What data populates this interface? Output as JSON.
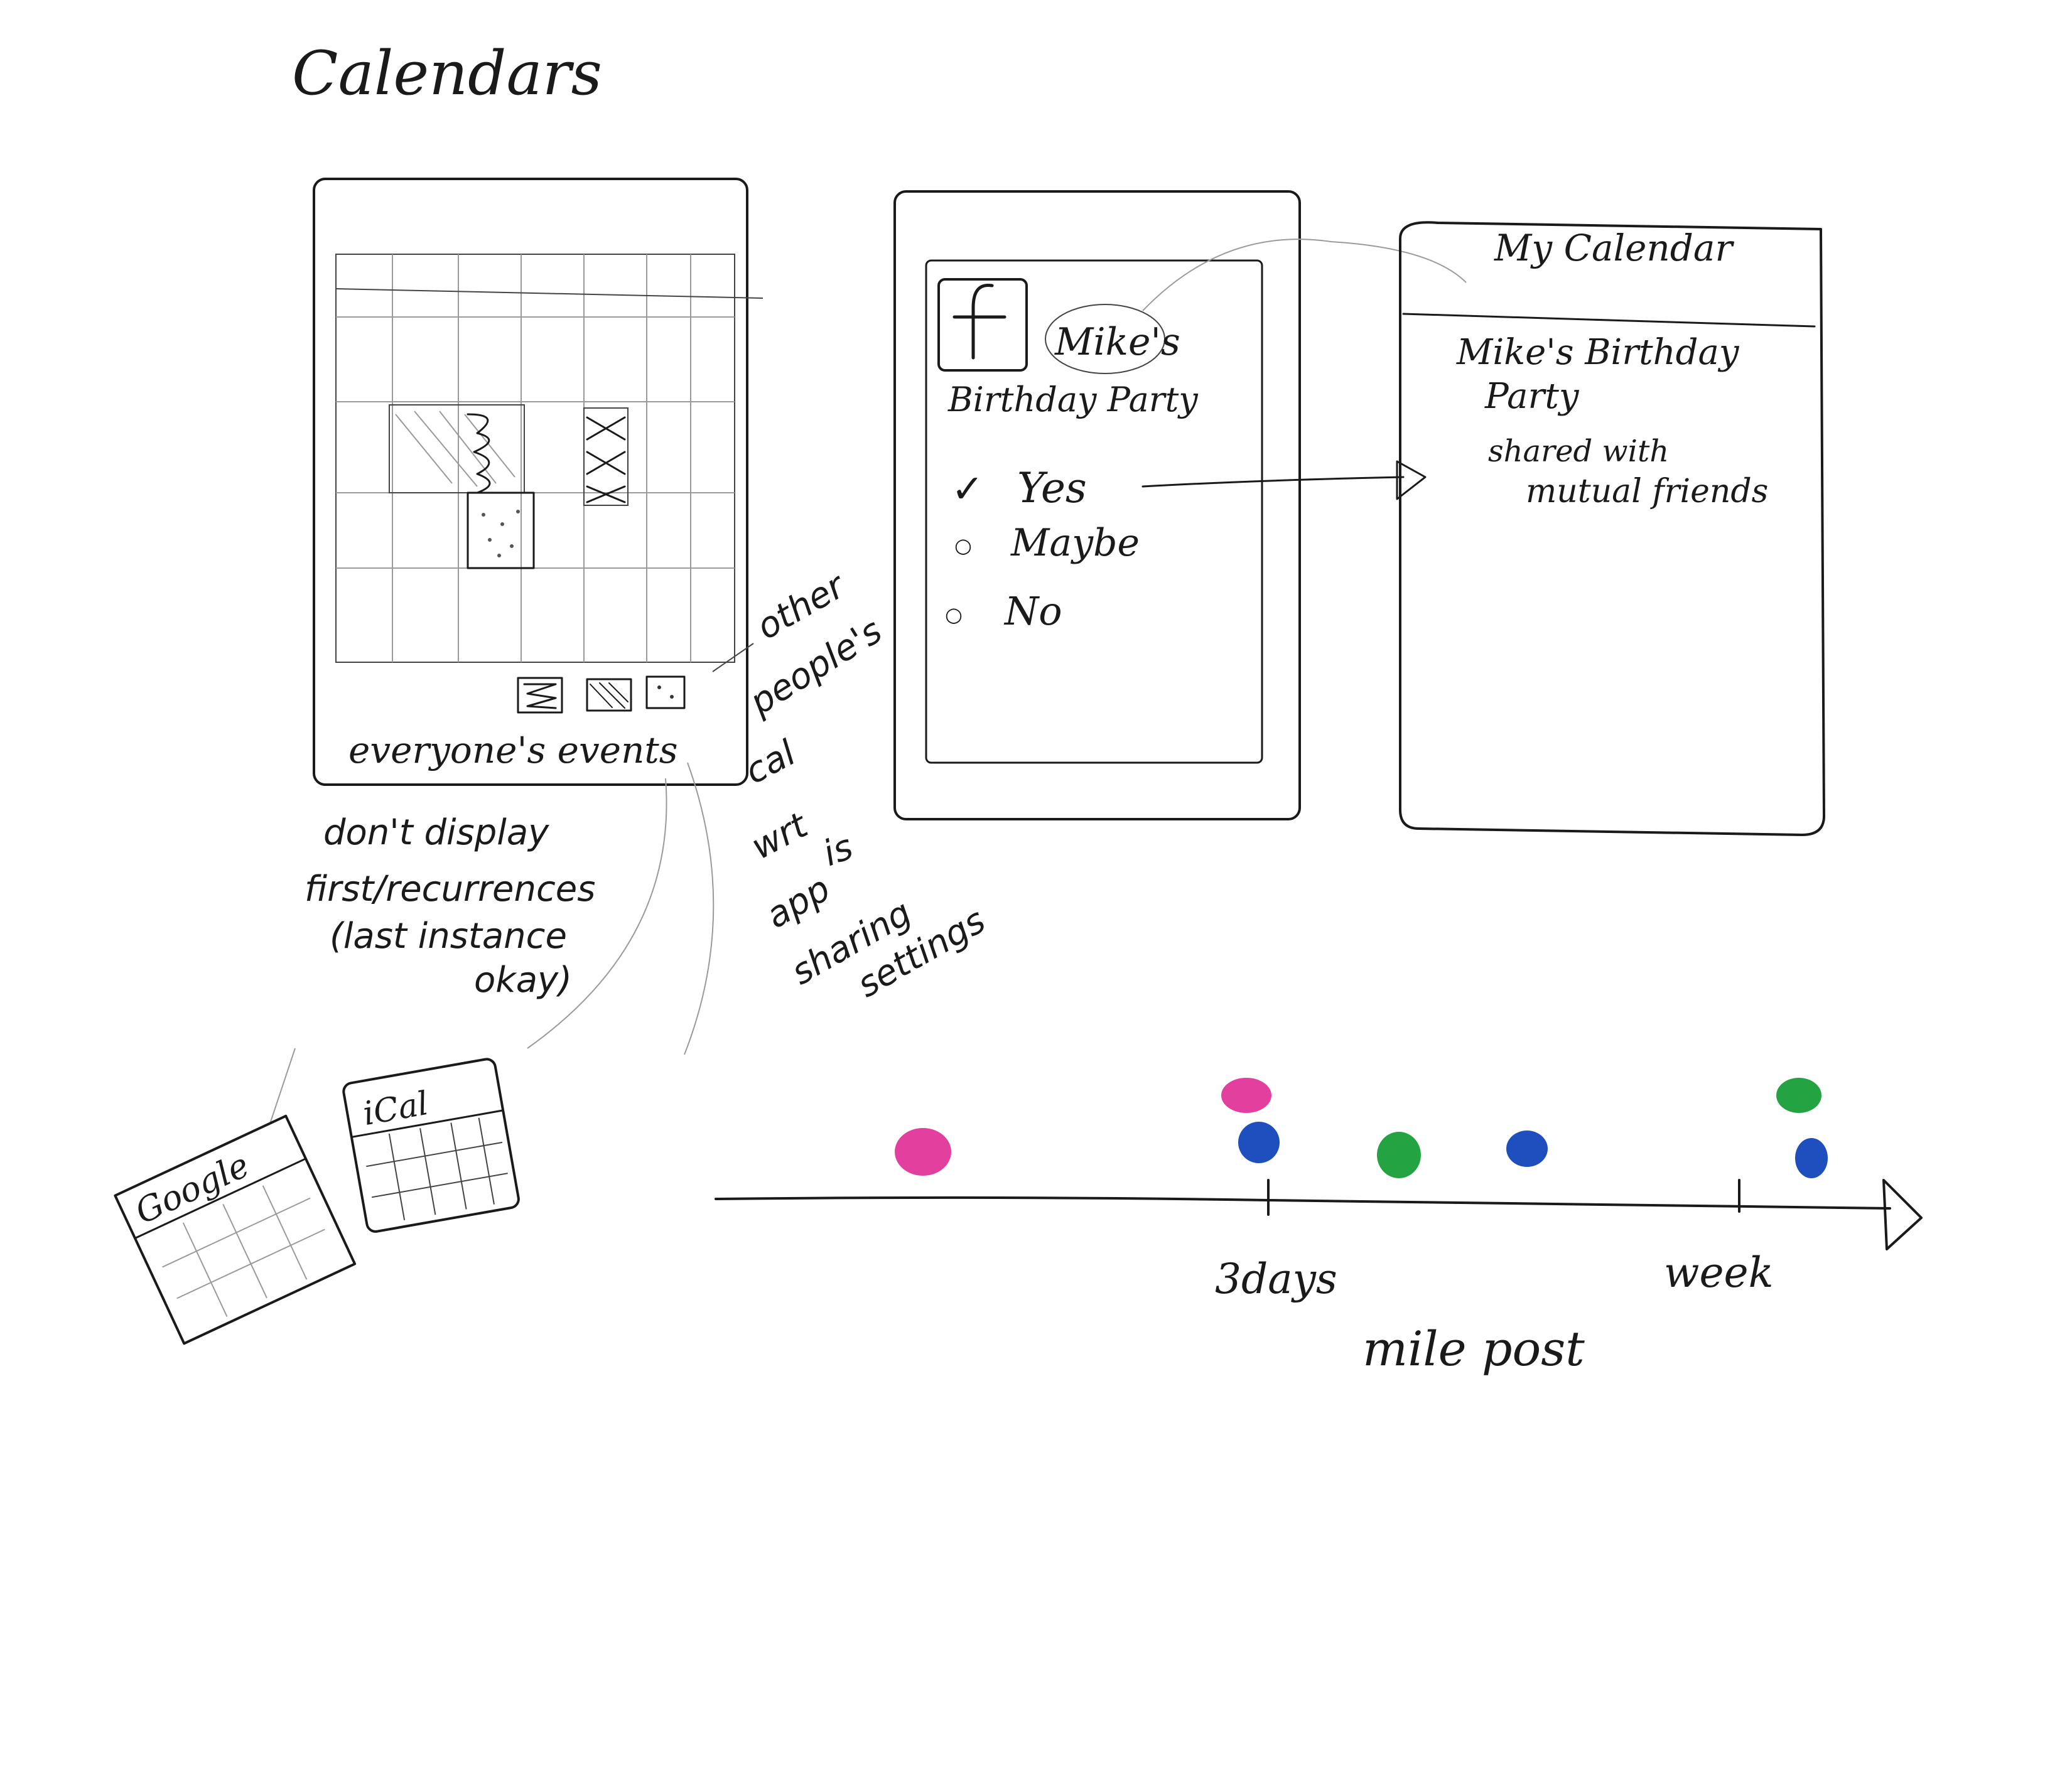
{
  "page": {
    "title": "Calendars"
  },
  "screen1": {
    "caption": "everyone's events",
    "side_note": [
      "other",
      "people's",
      "cal",
      "wrt",
      "is",
      "app",
      "sharing",
      "settings"
    ],
    "bottom_note": [
      "don't display",
      "first/recurrences",
      "(last instance",
      "okay)"
    ]
  },
  "screen2": {
    "event_title_line1": "Mike's",
    "event_title_line2": "Birthday Party",
    "options": [
      {
        "label": "Yes",
        "mark": "✓"
      },
      {
        "label": "Maybe",
        "mark": "○"
      },
      {
        "label": "No",
        "mark": "○"
      }
    ],
    "facebook_glyph": "f"
  },
  "screen3": {
    "header": "My Calendar",
    "event_line1": "Mike's Birthday",
    "event_line2": "Party",
    "event_line3": "shared with",
    "event_line4": "mutual friends"
  },
  "icons": {
    "google_label": "Google",
    "ical_label": "iCal"
  },
  "timeline": {
    "milestone1": "3days",
    "milestone2": "week",
    "caption": "mile post",
    "colors": {
      "pink": "#e23f9e",
      "blue": "#1f4fbf",
      "green": "#23a341"
    }
  }
}
